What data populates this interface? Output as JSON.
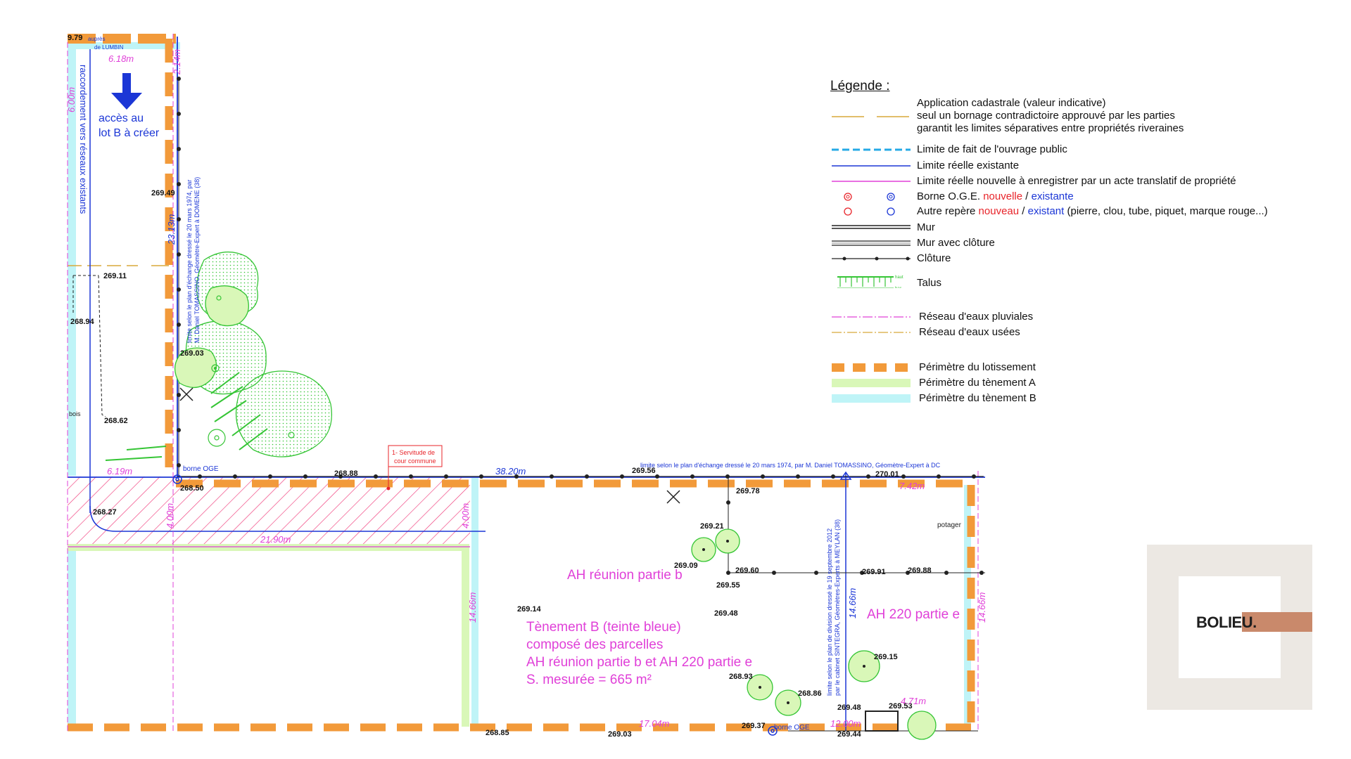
{
  "plan": {
    "acces_label_1": "accès au",
    "acces_label_2": "lot B à créer",
    "raccordement": "raccordement vers réseaux existants",
    "limite_vertical": "limite selon le plan d'échange dressé le 20 mars 1974, par",
    "limite_vertical_2": "M. Daniel TOMASSINO, Géomètre-Expert à DOMENE (38)",
    "limite_horizontal": "limite selon le plan d'échange dressé le 20 mars 1974, par M. Daniel TOMASSINO, Géomètre-Expert à DC",
    "division_vertical": "limite selon le plan de division dressé le 19 septembre 2012",
    "division_vertical_2": "par le cabinet SINTEGRA, Géomètres-Experts à MEYLAN (38)",
    "servitude_1": "1- Servitude de",
    "servitude_2": "cour commune",
    "borne_oge_1": "borne OGE",
    "borne_oge_2": "borne OGE",
    "potager": "potager",
    "bois": "bois",
    "top_note_1": "auprès",
    "top_note_2": "de LUMBIN",
    "area_reunion": "AH réunion partie b",
    "area_220": "AH 220 partie e",
    "tenement_1": "Tènement B (teinte bleue)",
    "tenement_2": "composé des parcelles",
    "tenement_3": "AH réunion partie b et AH 220 partie e",
    "tenement_4": "S. mesurée = 665 m²",
    "elevations": [
      "9.79",
      "269.49",
      "269.11",
      "268.94",
      "269.03",
      "268.62",
      "268.50",
      "268.27",
      "268.88",
      "269.56",
      "270.01",
      "269.78",
      "269.21",
      "269.09",
      "269.55",
      "269.60",
      "269.91",
      "269.88",
      "269.14",
      "269.48",
      "269.15",
      "268.93",
      "268.86",
      "269.48",
      "269.53",
      "269.37",
      "269.44",
      "268.85",
      "269.03"
    ],
    "dimensions": [
      "6.18m",
      "2.14m",
      "6.00m",
      "23.13m",
      "6.19m",
      "4.00m",
      "21.90m",
      "38.20m",
      "4.00m",
      "7.42m",
      "14.66m",
      "14.66m",
      "14.66m",
      "4.71m",
      "17.04m",
      "12.00m"
    ]
  },
  "legend": {
    "title": "Légende :",
    "cadastre_1": "Application cadastrale (valeur indicative)",
    "cadastre_2": "seul un bornage contradictoire approuvé par les parties",
    "cadastre_3": "garantit les limites séparatives entre propriétés riveraines",
    "ouvrage_public": "Limite de fait de l'ouvrage public",
    "limite_existante": "Limite réelle existante",
    "limite_nouvelle": "Limite réelle nouvelle à enregistrer par un acte translatif de propriété",
    "borne_prefix": "Borne O.G.E. ",
    "borne_nouvelle": "nouvelle",
    "borne_sep": " / ",
    "borne_existante": "existante",
    "repere_prefix": "Autre repère ",
    "repere_nouveau": "nouveau",
    "repere_sep": " / ",
    "repere_existant": "existant",
    "repere_suffix": " (pierre, clou, tube, piquet, marque rouge...)",
    "mur": "Mur",
    "mur_cloture": "Mur avec clôture",
    "cloture": "Clôture",
    "talus": "Talus",
    "talus_haut": "haut",
    "talus_bas": "bas",
    "pluviales": "Réseau d'eaux pluviales",
    "usees": "Réseau d'eaux usées",
    "lotissement": "Périmètre du lotissement",
    "tenement_a": "Périmètre du tènement A",
    "tenement_b": "Périmètre du tènement B"
  },
  "logo": {
    "text": "BOLIEU",
    "dot": "."
  },
  "colors": {
    "orange": "#f29a3a",
    "cyan": "#bff4f7",
    "light_green": "#d9f7b8",
    "green": "#35c535",
    "magenta": "#e040d8",
    "blue": "#1b36d6",
    "red": "#e8242a",
    "cadastre": "#d8a93a",
    "logo_accent": "#c9896b"
  }
}
